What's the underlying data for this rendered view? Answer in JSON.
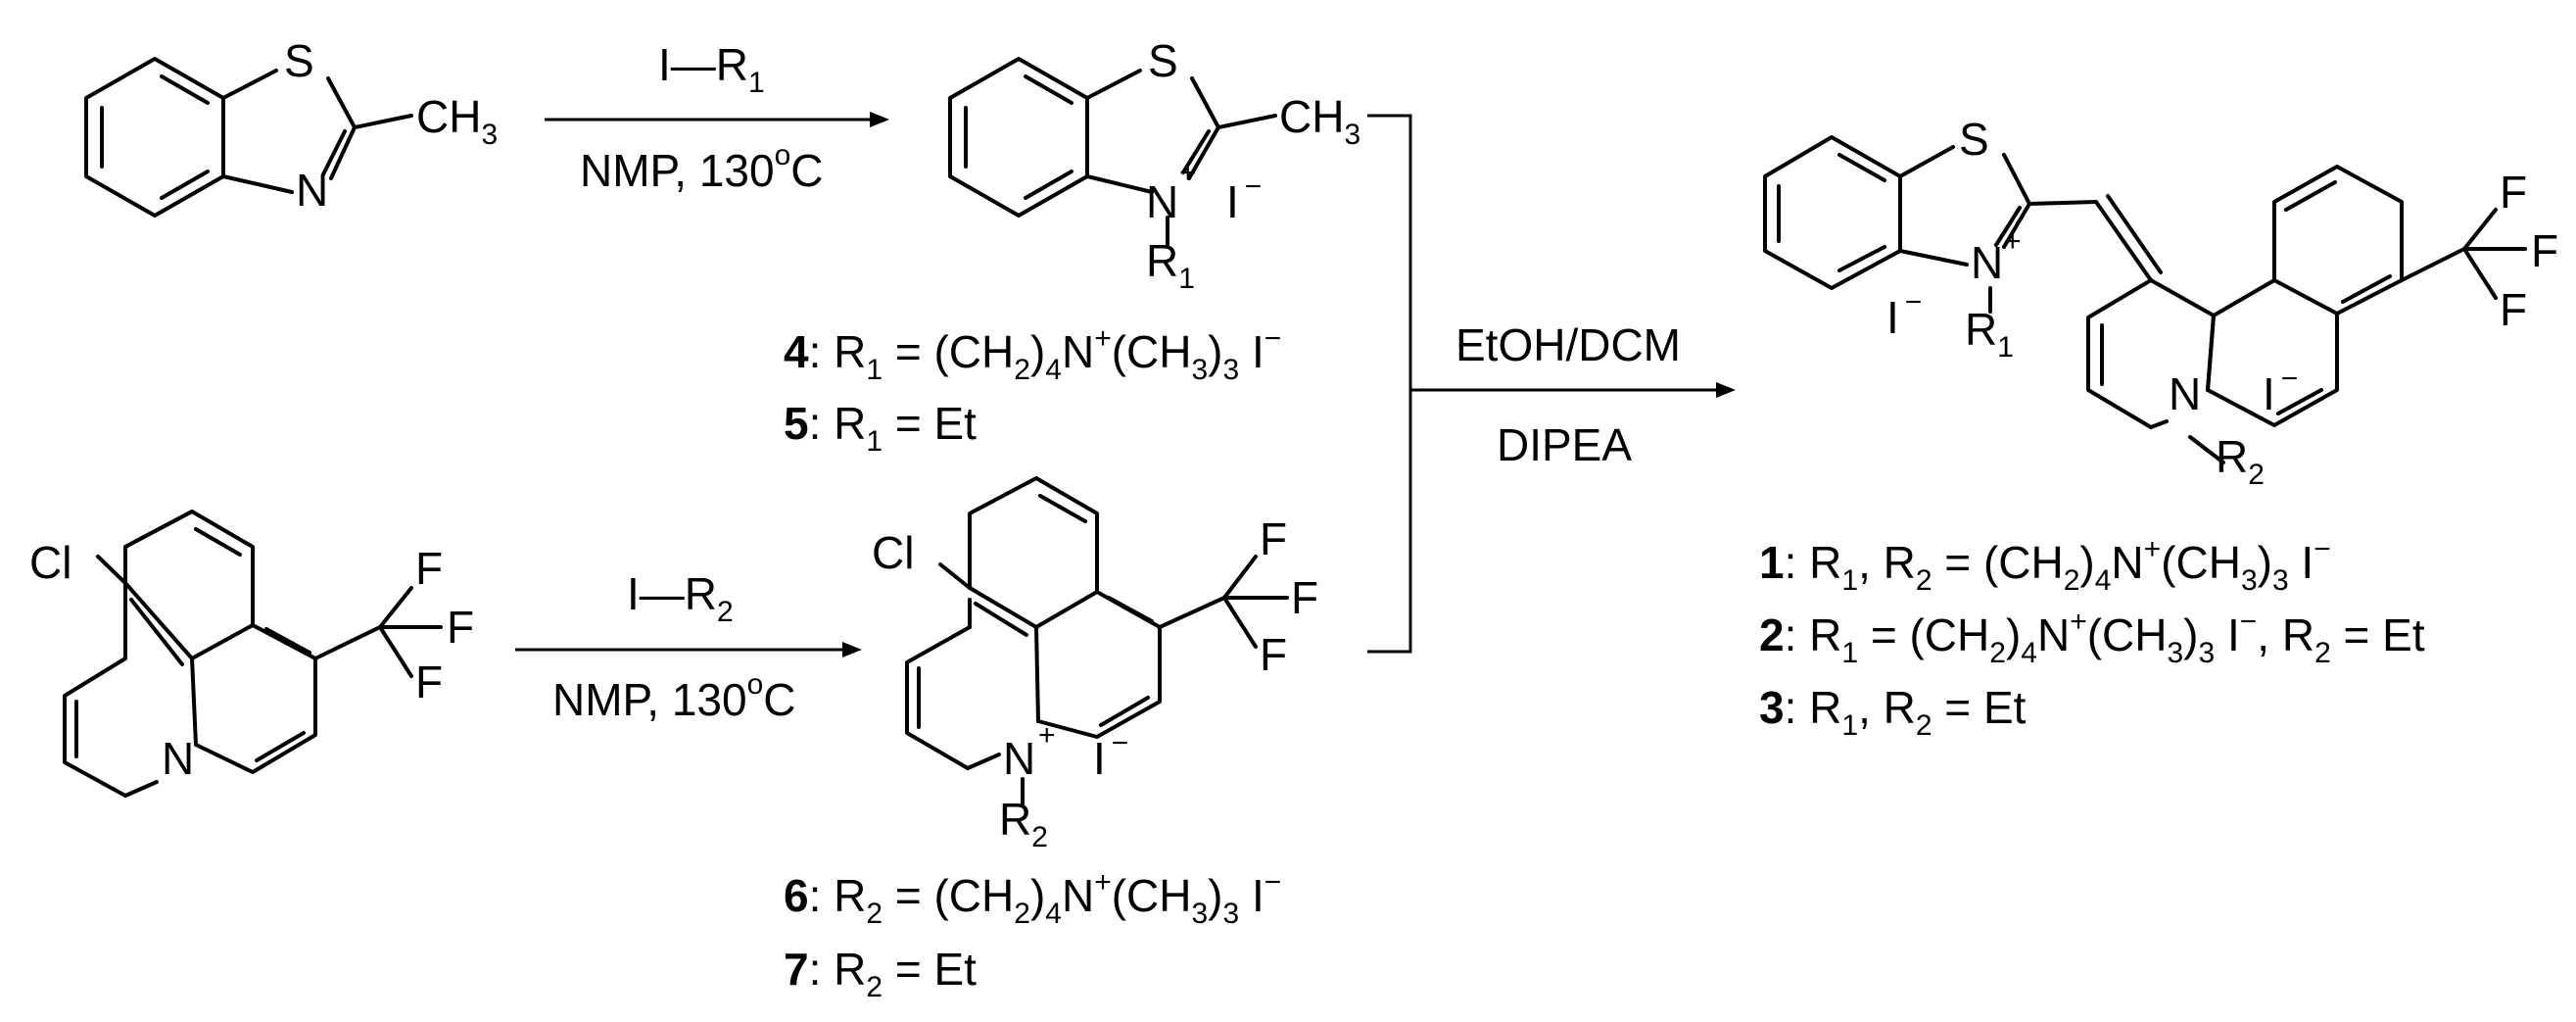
{
  "scheme": {
    "step1": {
      "reagent_top": "I—R",
      "reagent_top_sub": "1",
      "conditions": "NMP,  130",
      "conditions_sup": "o",
      "conditions_unit": "C"
    },
    "step2": {
      "reagent_top": "I—R",
      "reagent_top_sub": "2",
      "conditions": "NMP,  130",
      "conditions_sup": "o",
      "conditions_unit": "C"
    },
    "step3": {
      "reagent_top": "EtOH/DCM",
      "reagent_bottom": "DIPEA"
    },
    "sm1": {
      "s": "S",
      "n": "N",
      "methyl": "CH",
      "methyl_sub": "3"
    },
    "sm2": {
      "cl": "Cl",
      "n": "N",
      "f1": "F",
      "f2": "F",
      "f3": "F"
    },
    "int1": {
      "s": "S",
      "n": "N",
      "plus": "+",
      "methyl": "CH",
      "methyl_sub": "3",
      "iodide": "I",
      "iodide_sup": "−",
      "r": "R",
      "r_sub": "1"
    },
    "int2": {
      "cl": "Cl",
      "n": "N",
      "plus": "+",
      "f1": "F",
      "f2": "F",
      "f3": "F",
      "iodide": "I",
      "iodide_sup": "−",
      "r": "R",
      "r_sub": "2"
    },
    "product": {
      "s": "S",
      "n1": "N",
      "n1_plus": "+",
      "n2": "N",
      "f1": "F",
      "f2": "F",
      "f3": "F",
      "iodide1": "I",
      "iodide1_sup": "−",
      "iodide2": "I",
      "iodide2_sup": "−",
      "r1": "R",
      "r1_sub": "1",
      "r2": "R",
      "r2_sub": "2"
    },
    "labels": {
      "c4": {
        "num": "4",
        "text": ": R",
        "s1": "1",
        "t2": " = (CH",
        "s2": "2",
        "t3": ")",
        "s3": "4",
        "t4": "N",
        "sup4": "+",
        "t5": "(CH",
        "s5": "3",
        "t6": ")",
        "s6": "3",
        "t7": " I",
        "sup7": "−"
      },
      "c5": {
        "num": "5",
        "text": ": R",
        "s1": "1",
        "t2": " = Et"
      },
      "c6": {
        "num": "6",
        "text": ": R",
        "s1": "2",
        "t2": " = (CH",
        "s2": "2",
        "t3": ")",
        "s3": "4",
        "t4": "N",
        "sup4": "+",
        "t5": "(CH",
        "s5": "3",
        "t6": ")",
        "s6": "3",
        "t7": " I",
        "sup7": "−"
      },
      "c7": {
        "num": "7",
        "text": ": R",
        "s1": "2",
        "t2": " = Et"
      },
      "c1": {
        "num": "1",
        "text": ": R",
        "s1": "1",
        "t2": ", R",
        "s2": "2",
        "t3": " = (CH",
        "s3": "2",
        "t4": ")",
        "s4": "4",
        "t5": "N",
        "sup5": "+",
        "t6": "(CH",
        "s6": "3",
        "t7": ")",
        "s7": "3",
        "t8": " I",
        "sup8": "−"
      },
      "c2": {
        "num": "2",
        "text": ": R",
        "s1": "1",
        "t2": " = (CH",
        "s2": "2",
        "t3": ")",
        "s3": "4",
        "t4": "N",
        "sup4": "+",
        "t5": "(CH",
        "s5": "3",
        "t6": ")",
        "s6": "3",
        "t7": " I",
        "sup7": "−",
        "t8": ", R",
        "s8": "2",
        "t9": " = Et"
      },
      "c3": {
        "num": "3",
        "text": ": R",
        "s1": "1",
        "t2": ", R",
        "s2": "2",
        "t3": " = Et"
      }
    }
  }
}
